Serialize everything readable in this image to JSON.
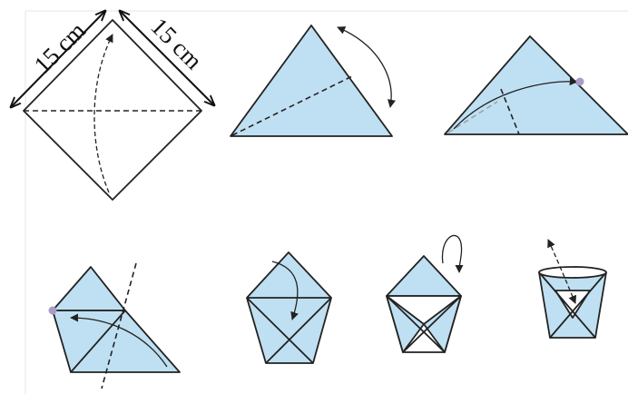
{
  "figure": {
    "dimension_left": "15 cm",
    "dimension_right": "15 cm"
  },
  "colors": {
    "paper": "#bfe0f2",
    "lines": "#222222",
    "marker": "#a99bc7"
  },
  "steps": [
    {
      "id": 1,
      "icon": "square-paper-diagonal-fold"
    },
    {
      "id": 2,
      "icon": "triangle-fold-arrow"
    },
    {
      "id": 3,
      "icon": "triangle-corner-fold"
    },
    {
      "id": 4,
      "icon": "corner-folded-over"
    },
    {
      "id": 5,
      "icon": "front-flap-fold-down"
    },
    {
      "id": 6,
      "icon": "back-flap-fold-down"
    },
    {
      "id": 7,
      "icon": "finished-cup-open"
    }
  ]
}
